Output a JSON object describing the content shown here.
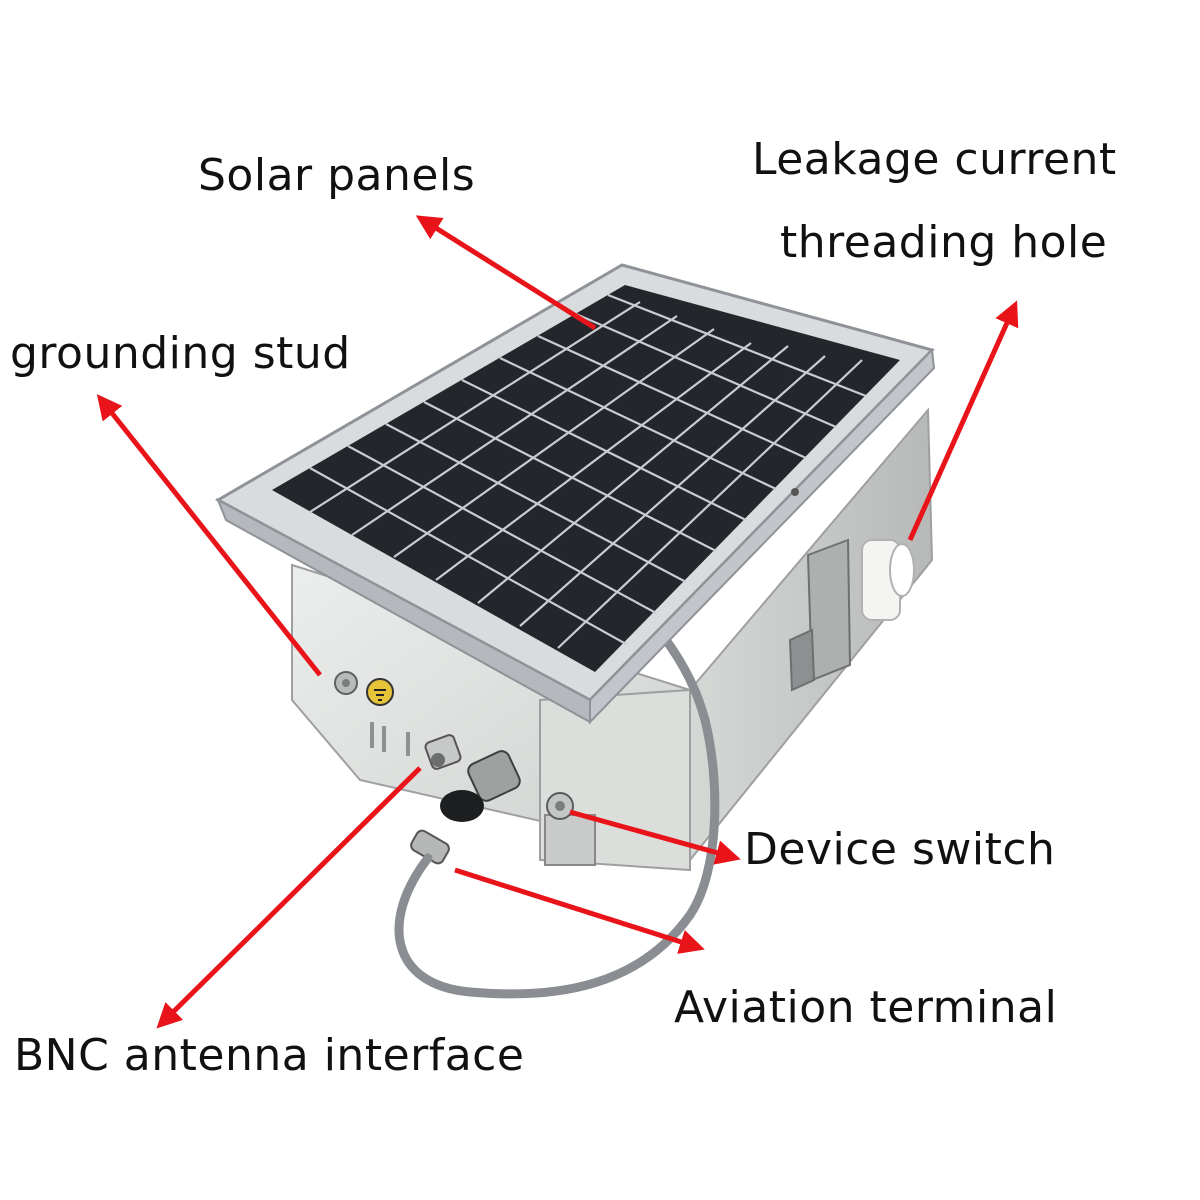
{
  "labels": {
    "solar_panels": "Solar panels",
    "leakage_line1": "Leakage current",
    "leakage_line2": "threading hole",
    "grounding_stud": "grounding stud",
    "device_switch": "Device switch",
    "aviation_terminal": "Aviation terminal",
    "bnc_antenna": "BNC antenna interface"
  },
  "colors": {
    "arrow": "#e8141a",
    "text": "#111111",
    "panel_cell": "#25262b",
    "panel_grid": "#c9ccd2",
    "frame": "#d9dbde",
    "enclosure": "#e2e3e0",
    "cable": "#8a8d92"
  }
}
